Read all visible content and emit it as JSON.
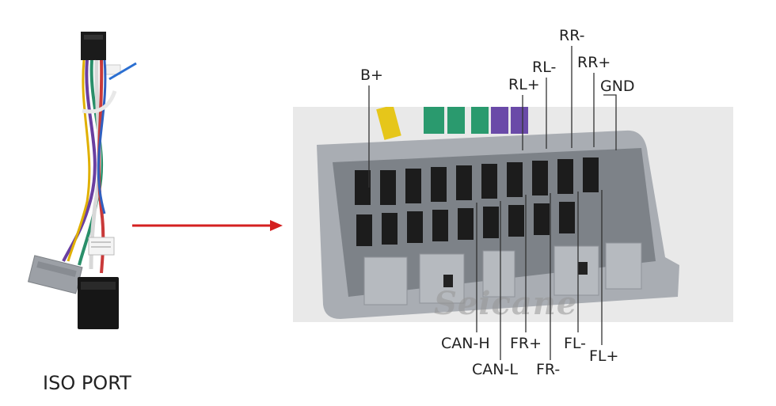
{
  "caption": "ISO PORT",
  "watermark": "Seicane",
  "pins": {
    "b_plus": "B+",
    "rr_minus": "RR-",
    "rl_minus": "RL-",
    "rr_plus": "RR+",
    "rl_plus": "RL+",
    "gnd": "GND",
    "can_h": "CAN-H",
    "can_l": "CAN-L",
    "fr_plus": "FR+",
    "fr_minus": "FR-",
    "fl_minus": "FL-",
    "fl_plus": "FL+"
  },
  "colors": {
    "arrow": "#d42020",
    "connector_body": "#a9adb3",
    "photo_background": "#e9e9e9",
    "leader_line": "#333333"
  }
}
